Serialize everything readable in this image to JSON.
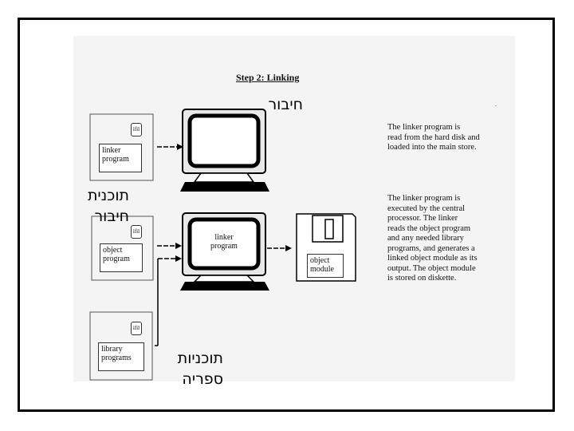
{
  "diagram": {
    "title": "Step 2: Linking",
    "heb_linking": "חיבור",
    "heb_linker_program": "תוכנית\nחיבור",
    "heb_library_programs": "תוכניות\nספריה",
    "disk1": {
      "code": "ifil",
      "label": "linker\nprogram"
    },
    "disk2": {
      "code": "ifil",
      "label": "object\nprogram"
    },
    "disk3": {
      "code": "ifil",
      "label": "library\nprograms"
    },
    "screen_label": "linker\nprogram",
    "diskette_label": "object\nmodule",
    "desc1": "The linker program is\nread from the hard disk and\nloaded into the main store.",
    "desc2": "The linker program is\nexecuted by the central\nprocessor. The linker\nreads the object program\nand any needed library\nprograms, and generates a\nlinked object module as its\noutput. The object module\nis stored on diskette."
  }
}
